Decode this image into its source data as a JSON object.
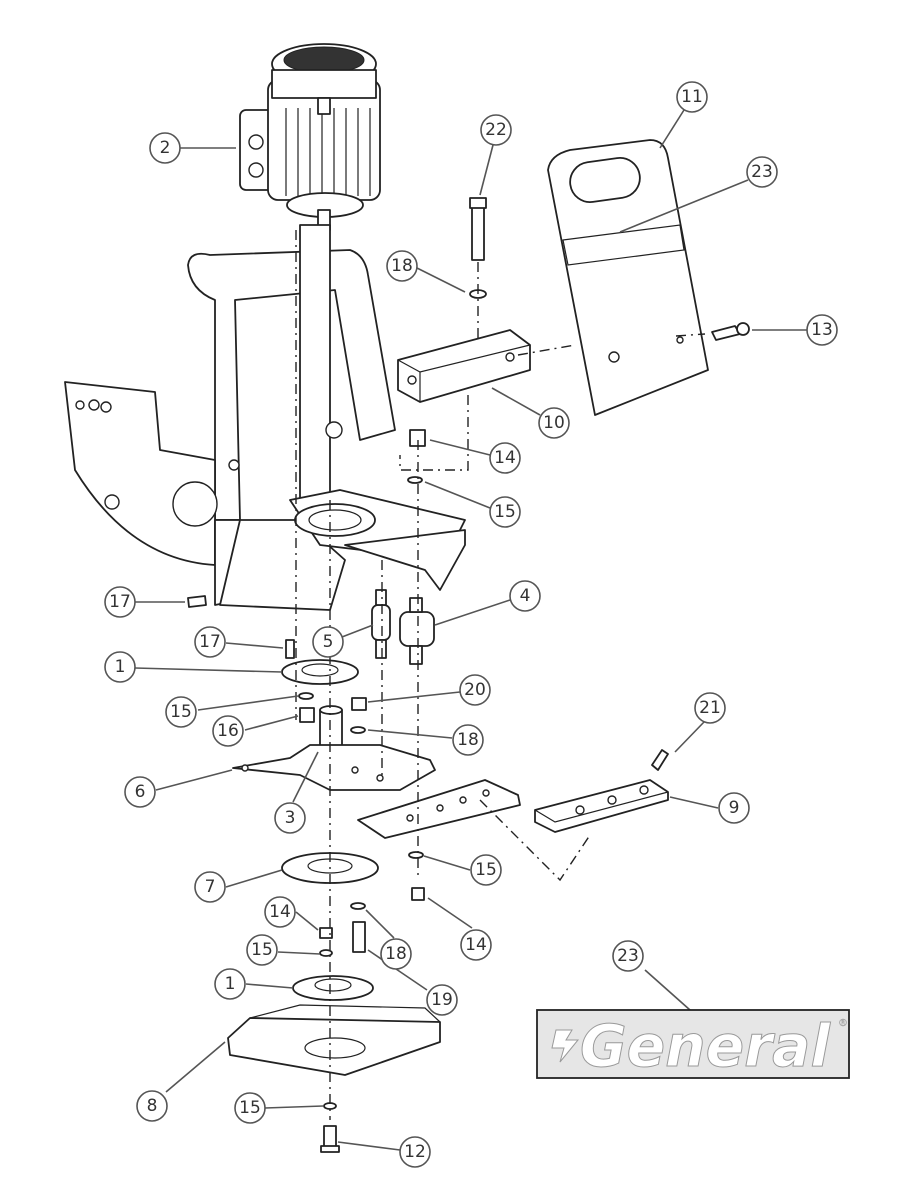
{
  "callouts": [
    {
      "num": "2"
    },
    {
      "num": "22"
    },
    {
      "num": "11"
    },
    {
      "num": "23"
    },
    {
      "num": "18"
    },
    {
      "num": "13"
    },
    {
      "num": "10"
    },
    {
      "num": "14"
    },
    {
      "num": "15"
    },
    {
      "num": "17"
    },
    {
      "num": "4"
    },
    {
      "num": "17"
    },
    {
      "num": "5"
    },
    {
      "num": "1"
    },
    {
      "num": "20"
    },
    {
      "num": "15"
    },
    {
      "num": "16"
    },
    {
      "num": "18"
    },
    {
      "num": "21"
    },
    {
      "num": "6"
    },
    {
      "num": "9"
    },
    {
      "num": "3"
    },
    {
      "num": "15"
    },
    {
      "num": "7"
    },
    {
      "num": "14"
    },
    {
      "num": "18"
    },
    {
      "num": "14"
    },
    {
      "num": "15"
    },
    {
      "num": "23"
    },
    {
      "num": "19"
    },
    {
      "num": "1"
    },
    {
      "num": "8"
    },
    {
      "num": "15"
    },
    {
      "num": "12"
    }
  ],
  "logo": {
    "brand": "General",
    "registered_mark": "®"
  },
  "colors": {
    "line": "#222222",
    "callout": "#555555",
    "logo_bg": "#e6e6e6"
  }
}
